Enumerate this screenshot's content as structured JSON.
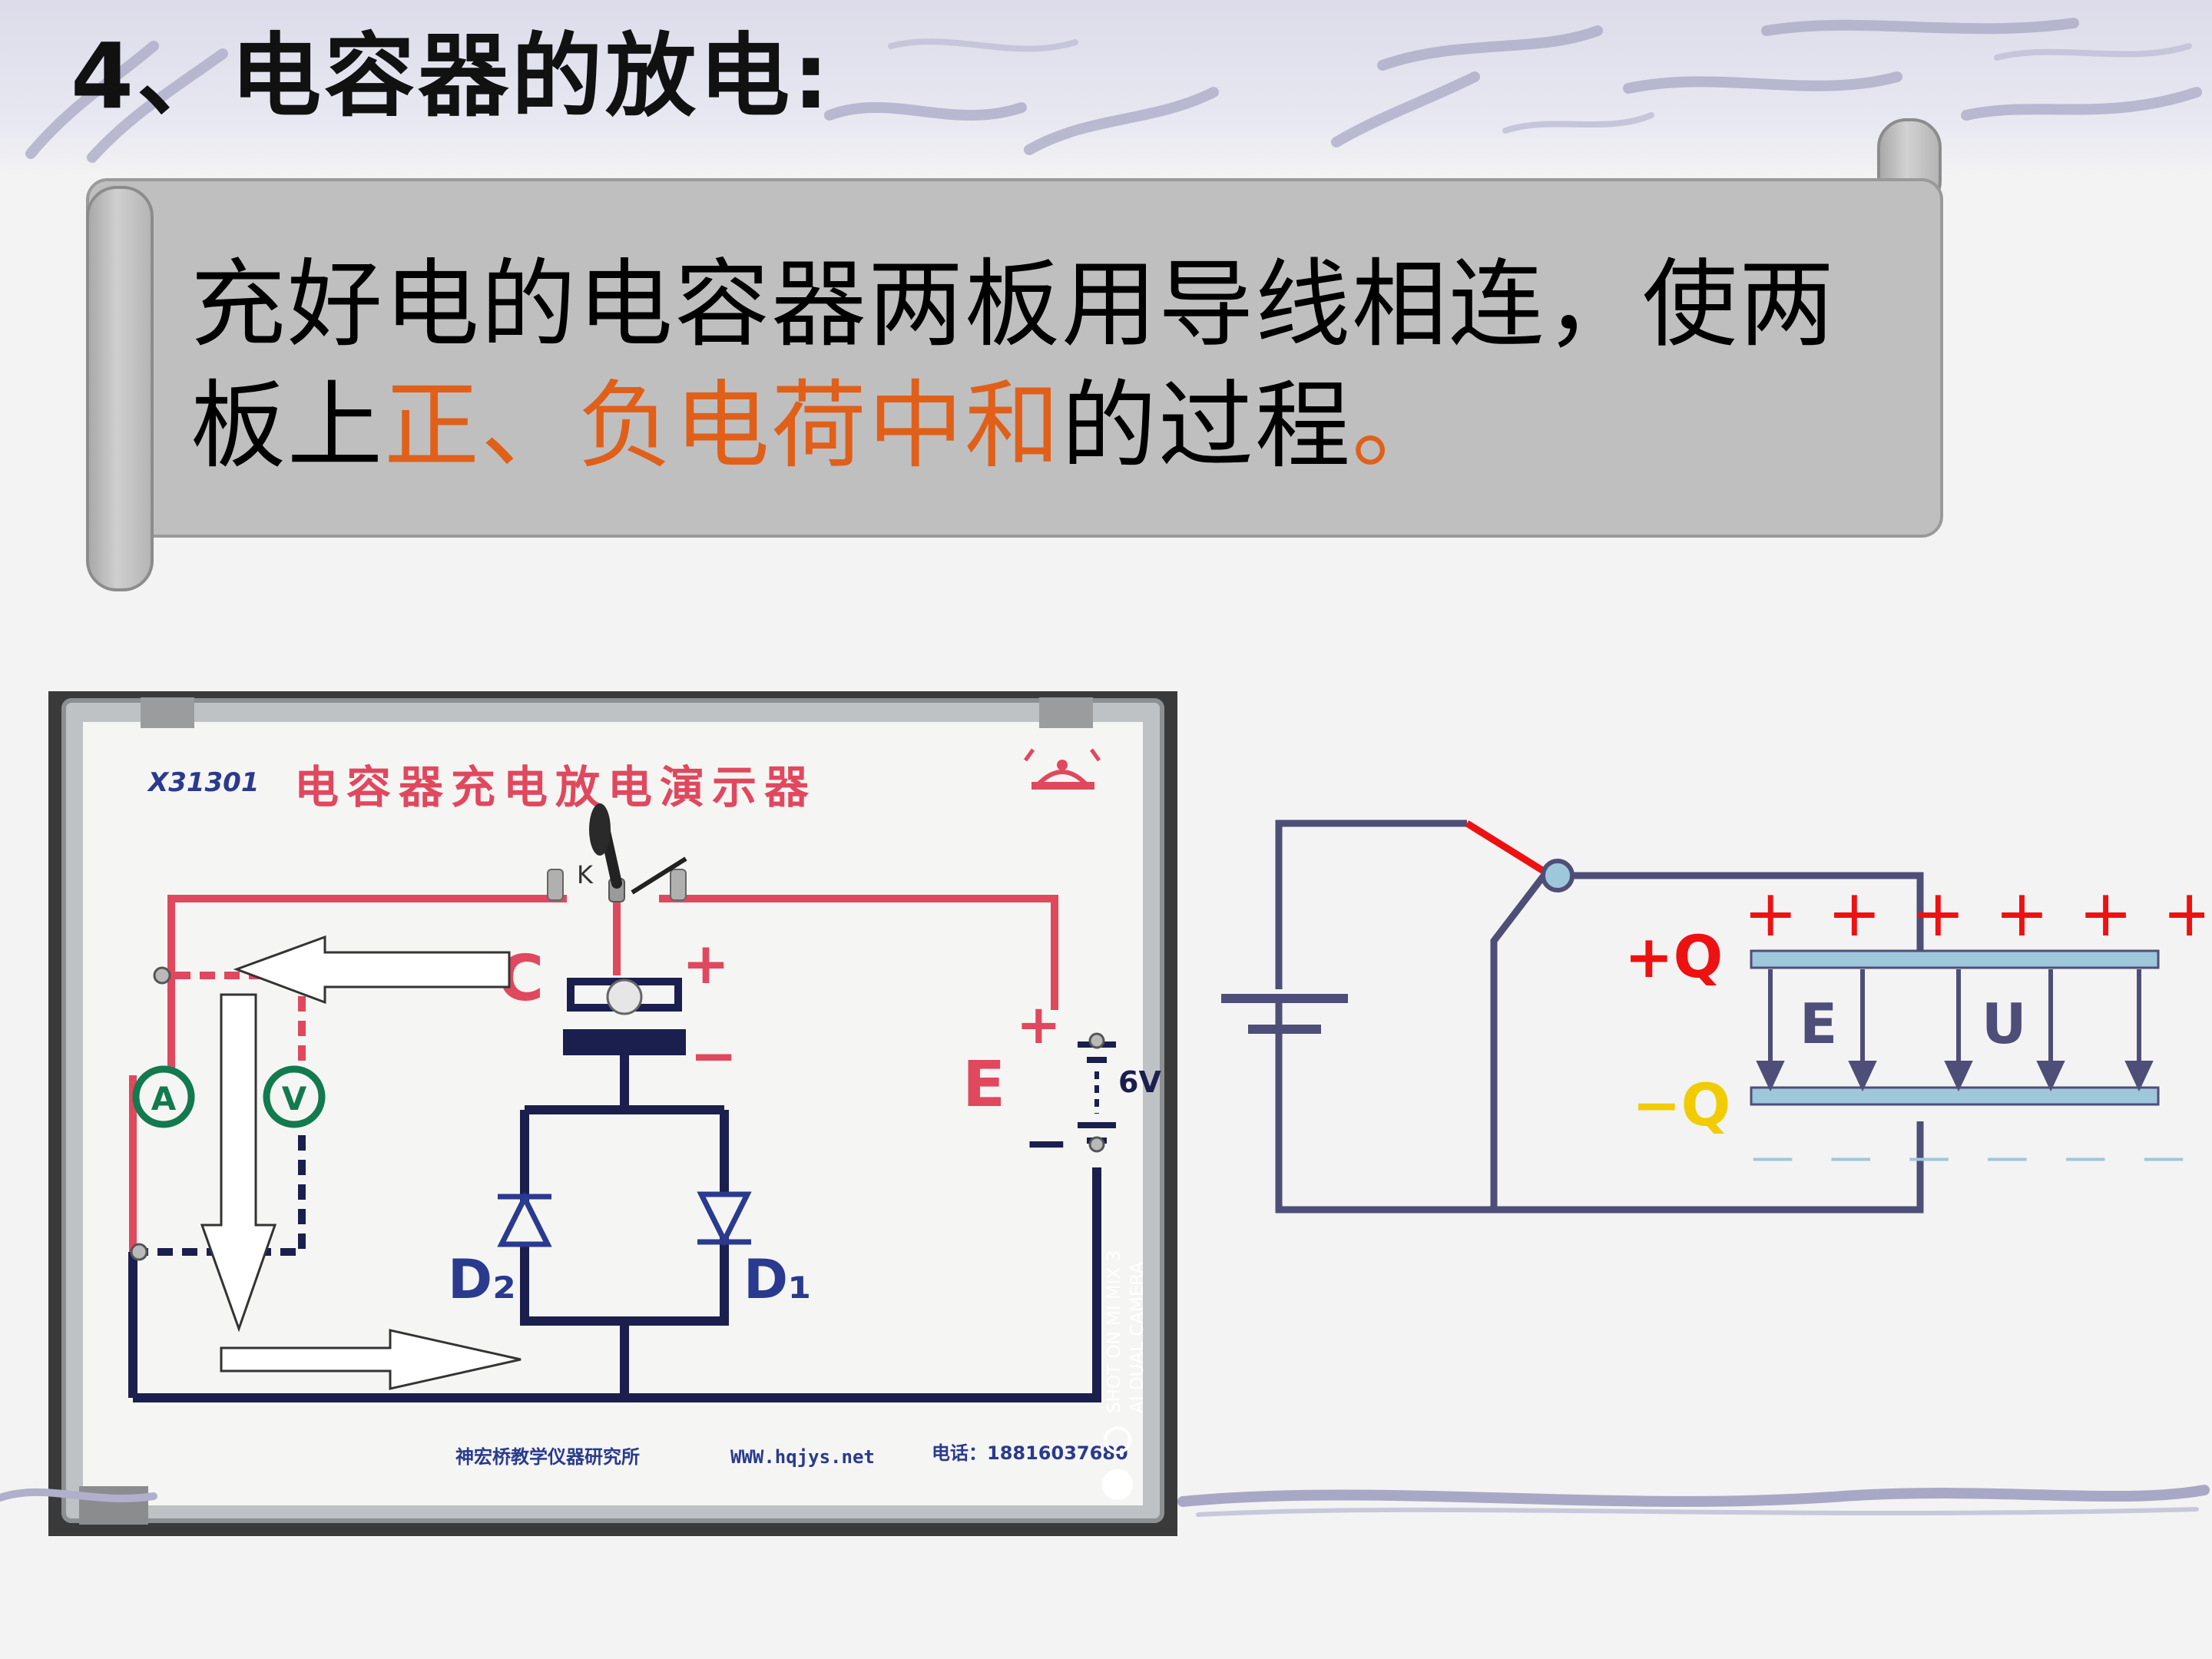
{
  "slide": {
    "title": "4、电容器的放电:",
    "definition": {
      "part1": "充好电的电容器两板用导线相连，使两板上",
      "highlight": "正、负电荷中和",
      "part2": "的过程",
      "end": "。"
    }
  },
  "photo": {
    "model": "X31301",
    "board_title": "电容器充电放电演示器",
    "switch_label": "K",
    "label_c": "C",
    "label_plus": "+",
    "label_minus": "−",
    "label_e": "E",
    "battery_plus": "+",
    "battery_minus": "−",
    "voltage": "6V",
    "label_d2": "D₂",
    "label_d1": "D₁",
    "meter1": "A",
    "meter2": "V",
    "footer_maker": "神宏桥教学仪器研究所",
    "footer_site": "WWW.hqjys.net",
    "footer_phone": "电话：18816037680",
    "watermark_line1": "SHOT ON MI MIX 3",
    "watermark_line2": "AI DUAL CAMERA"
  },
  "diagram": {
    "plus_q": "+Q",
    "minus_q": "−Q",
    "plus_signs": "+ + + + + +",
    "minus_signs": "— — — — — —",
    "label_e": "E",
    "label_u": "U"
  },
  "colors": {
    "highlight": "#e0601a",
    "circuit_wire": "#4e4e78",
    "plate": "#9ec7dc",
    "plus_q": "#ee1111",
    "minus_q": "#f0cc00",
    "board_red": "#e0485e",
    "board_blue": "#2a3a8e",
    "board_green": "#127a4e"
  }
}
